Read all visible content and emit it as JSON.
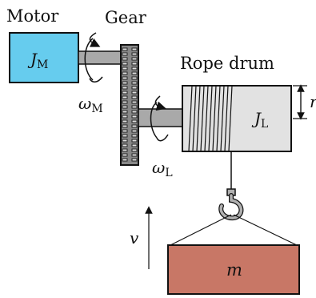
{
  "labels": {
    "motor": "Motor",
    "gear": "Gear",
    "rope_drum": "Rope drum",
    "motor_inertia_sym": "J",
    "motor_inertia_sub": "M",
    "drum_inertia_sym": "J",
    "drum_inertia_sub": "L",
    "omega_m_sym": "ω",
    "omega_m_sub": "M",
    "omega_l_sym": "ω",
    "omega_l_sub": "L",
    "radius": "r",
    "velocity": "v",
    "mass": "m"
  },
  "colors": {
    "motor_fill": "#66ccee",
    "shaft_fill": "#a9a9a9",
    "gear_fill": "#888888",
    "drum_fill": "#e2e2e2",
    "mass_fill": "#c87766",
    "hook_fill": "#b0b0b0",
    "stroke": "#111111"
  }
}
